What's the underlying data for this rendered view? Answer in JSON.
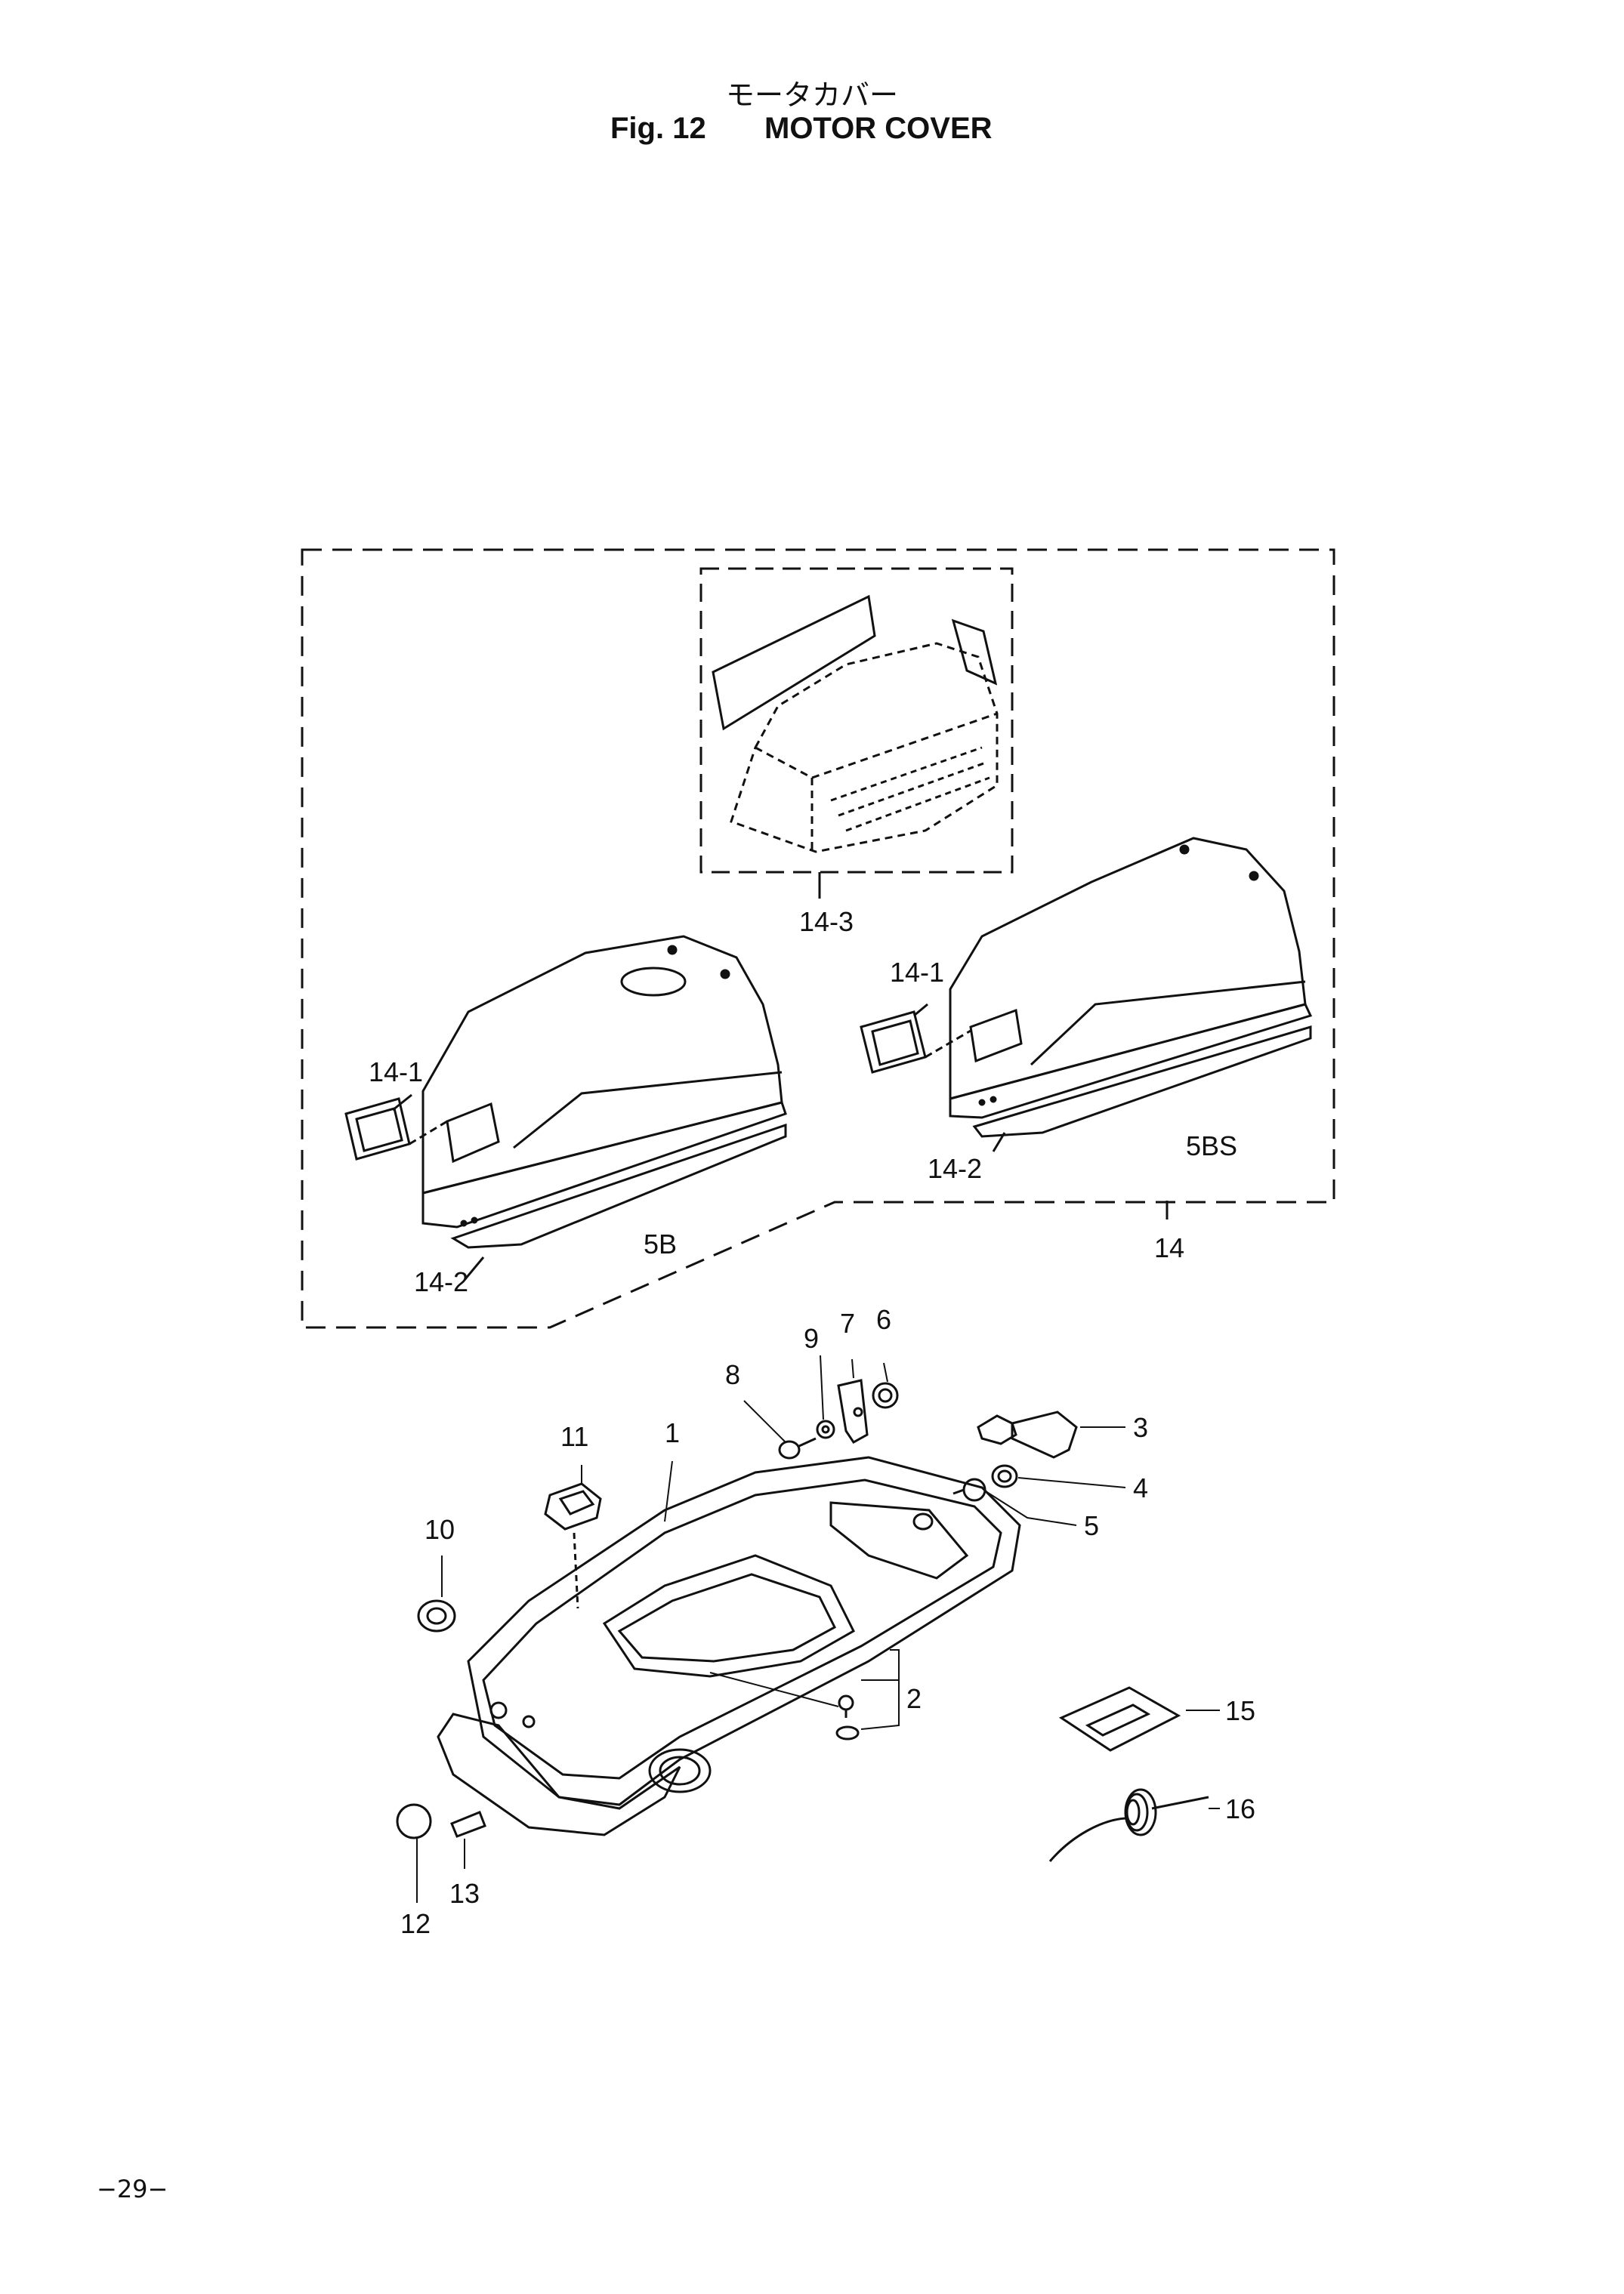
{
  "header": {
    "title_jp": "モータカバー",
    "fig_number": "Fig. 12",
    "fig_name": "MOTOR COVER"
  },
  "callouts": {
    "c1": "1",
    "c2": "2",
    "c3": "3",
    "c4": "4",
    "c5": "5",
    "c6": "6",
    "c7": "7",
    "c8": "8",
    "c9": "9",
    "c10": "10",
    "c11": "11",
    "c12": "12",
    "c13": "13",
    "c14": "14",
    "c14_1a": "14-1",
    "c14_1b": "14-1",
    "c14_2a": "14-2",
    "c14_2b": "14-2",
    "c14_3": "14-3",
    "c15": "15",
    "c16": "16"
  },
  "variants": {
    "left": "5B",
    "right": "5BS"
  },
  "page_number": "−29−"
}
